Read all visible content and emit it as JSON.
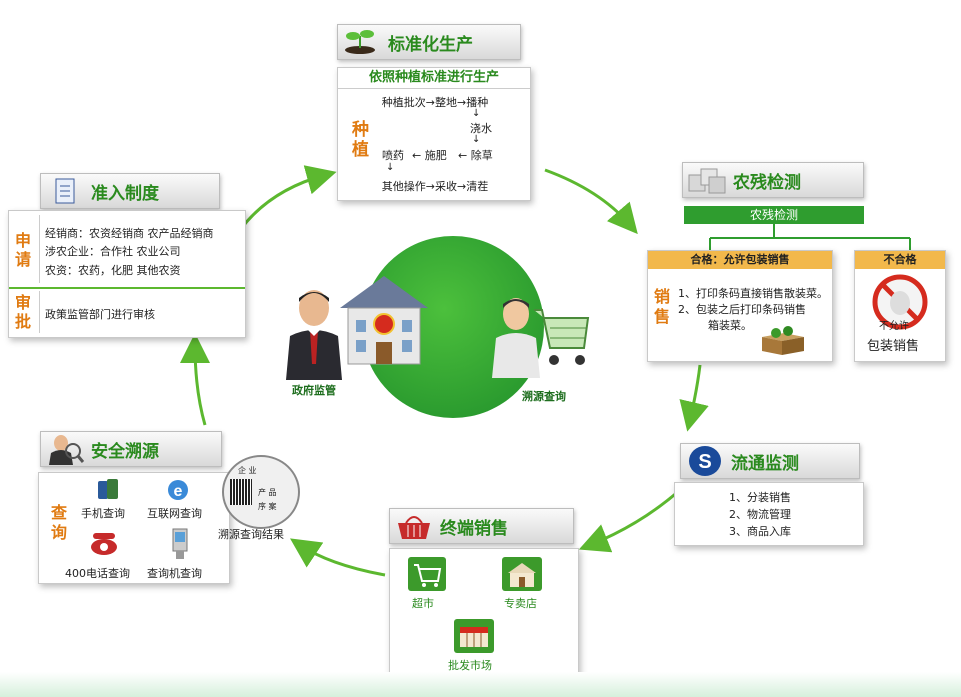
{
  "production": {
    "title": "标准化生产",
    "subtitle": "依照种植标准进行生产",
    "side_label": "种植",
    "flow": {
      "row1": "种植批次→整地→播种",
      "step_water": "浇水",
      "row3_left": "喷药",
      "row3_mid": "←  施肥",
      "row3_right": "←  除草",
      "row4": "其他操作→采收→清茬"
    }
  },
  "access": {
    "title": "准入制度",
    "apply_label": "申请",
    "lines": [
      "经销商：农资经销商  农产品经销商",
      "涉农企业：合作社  农业公司",
      "农资：农药，化肥 其他农资"
    ],
    "review_label": "审批",
    "review_text": "政策监管部门进行审核"
  },
  "pesticide": {
    "title": "农残检测",
    "bar": "农残检测",
    "pass_header": "合格：允许包装销售",
    "sales_label": "销售",
    "pass_items": [
      "1、打印条码直接销售散装菜。",
      "2、包装之后打印条码销售",
      "箱装菜。"
    ],
    "fail_header": "不合格",
    "fail_stamp": "不允许",
    "fail_text": "包装销售"
  },
  "center": {
    "gov_label": "政府监管",
    "trace_label": "溯源查询"
  },
  "circulation": {
    "title": "流通监测",
    "items": [
      "1、分装销售",
      "2、物流管理",
      "3、商品入库"
    ]
  },
  "terminal": {
    "title": "终端销售",
    "items": [
      "超市",
      "专卖店",
      "批发市场"
    ]
  },
  "safety": {
    "title": "安全溯源",
    "query_label": "查询",
    "items": [
      "手机查询",
      "互联网查询",
      "400电话查询",
      "查询机查询"
    ],
    "result_label": "溯源查询结果",
    "sticker": {
      "line1": "企  业",
      "line2": "产  品",
      "line3": "序  案"
    }
  },
  "colors": {
    "green": "#2f9d2f",
    "orange": "#e07b12",
    "arrow": "#5cb82f"
  }
}
